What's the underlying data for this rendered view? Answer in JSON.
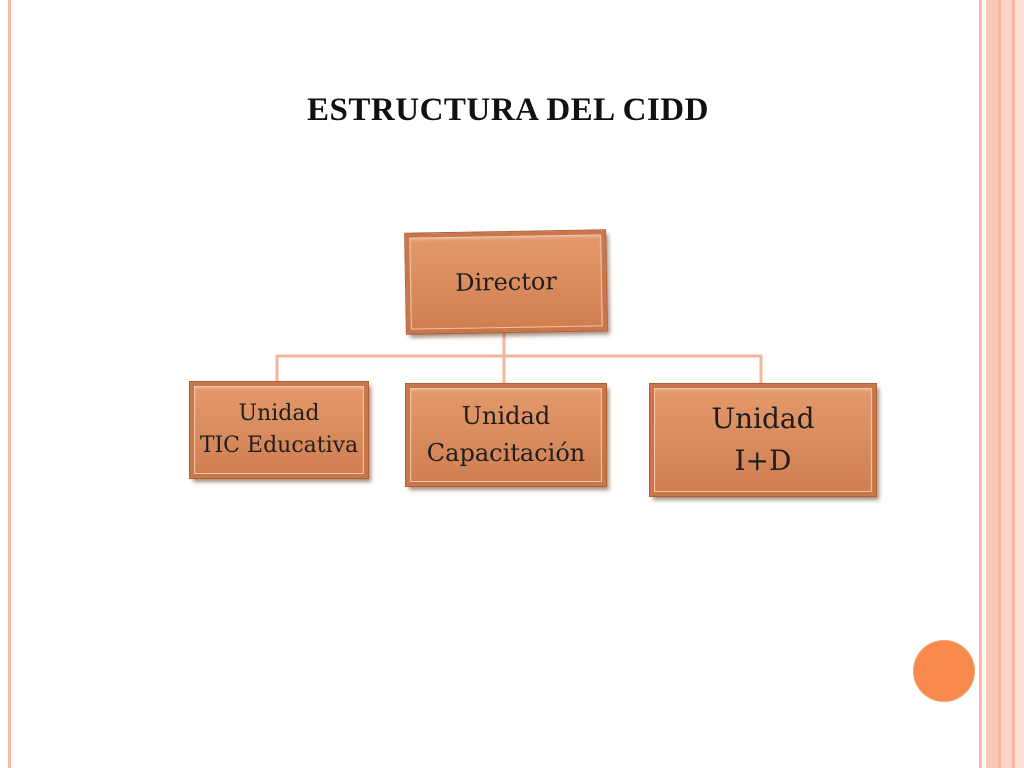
{
  "slide": {
    "title": "ESTRUCTURA DEL CIDD"
  },
  "colors": {
    "box_fill": "#d98b5d",
    "box_border": "#c9774a",
    "connector": "#f3b49a",
    "accent_dot": "#f98a4d",
    "border_stripes": "#f7b9a2"
  },
  "org_chart": {
    "root": {
      "label": "Director"
    },
    "children": [
      {
        "line1": "Unidad",
        "line2": "TIC Educativa"
      },
      {
        "line1": "Unidad",
        "line2": "Capacitación"
      },
      {
        "line1": "Unidad",
        "line2": "I+D"
      }
    ]
  }
}
